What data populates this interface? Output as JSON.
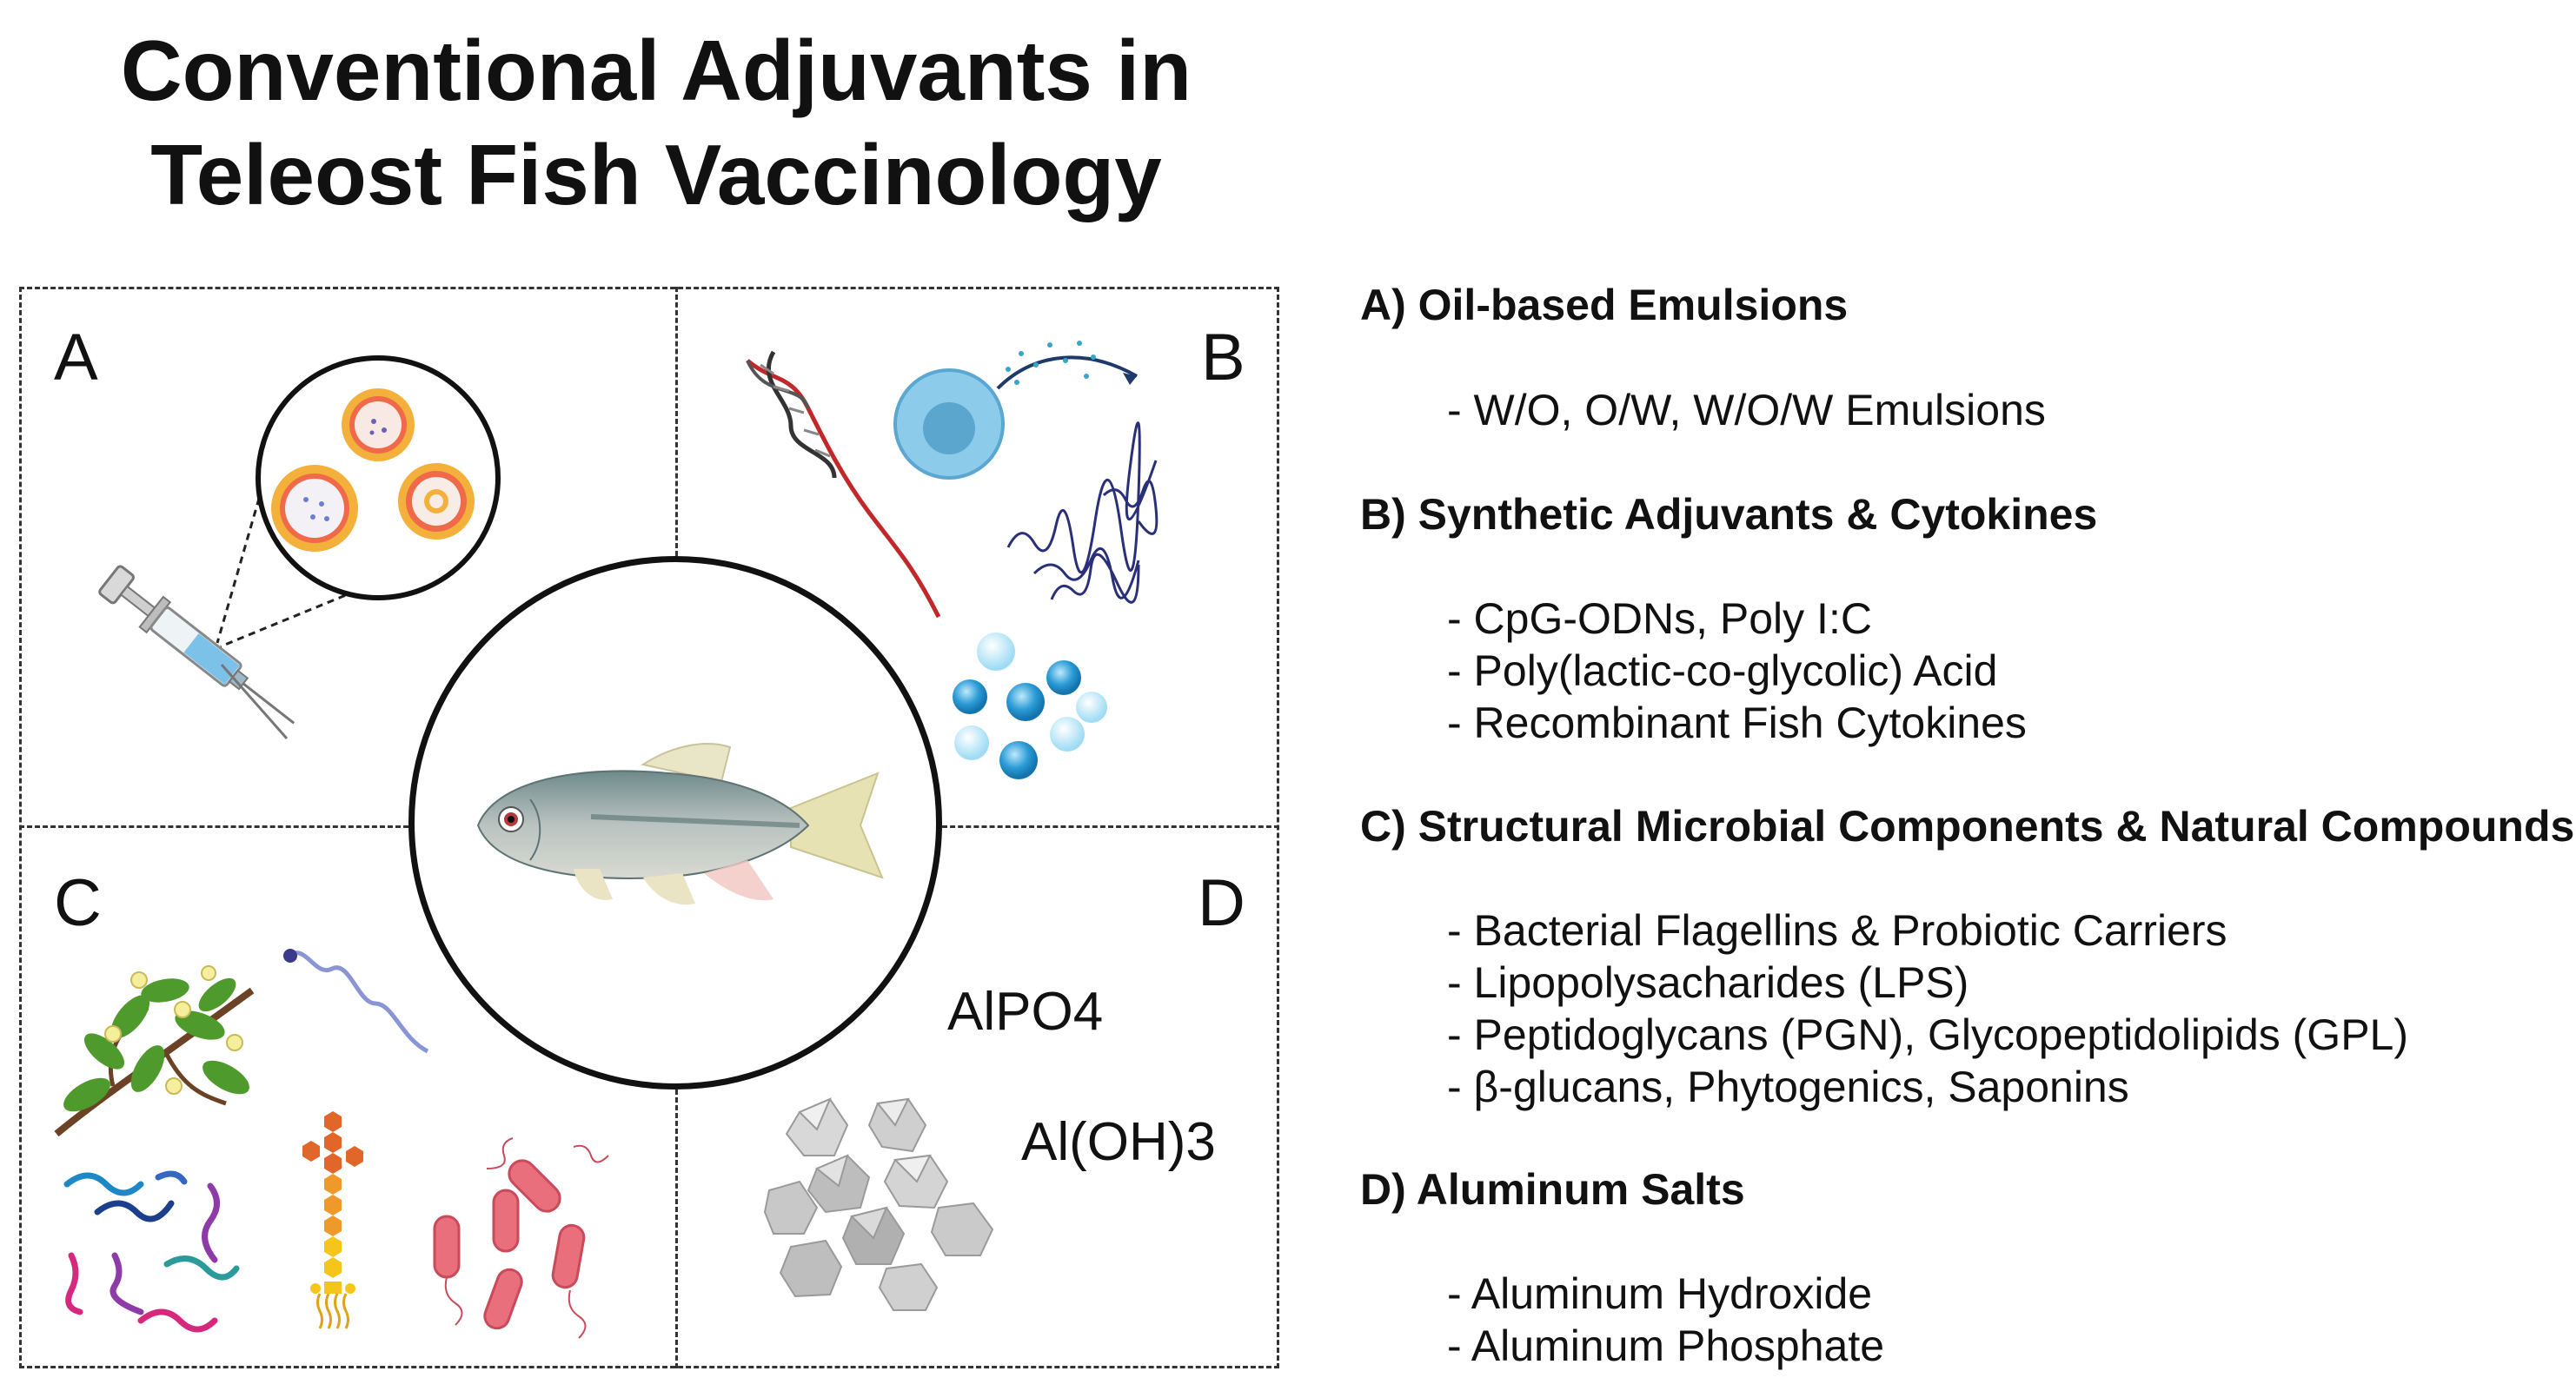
{
  "title": {
    "line1": "Conventional Adjuvants in",
    "line2": "Teleost Fish Vaccinology"
  },
  "panels": {
    "a": "A",
    "b": "B",
    "c": "C",
    "d": "D"
  },
  "chemicals": {
    "alpo4": "AlPO4",
    "aloh3": "Al(OH)3"
  },
  "legend": [
    {
      "heading": "A) Oil-based Emulsions",
      "items": [
        "- W/O, O/W, W/O/W Emulsions"
      ]
    },
    {
      "heading": "B) Synthetic Adjuvants & Cytokines",
      "items": [
        "- CpG-ODNs, Poly I:C",
        "- Poly(lactic-co-glycolic) Acid",
        "- Recombinant Fish Cytokines"
      ]
    },
    {
      "heading": "C) Structural Microbial Components & Natural Compounds",
      "items": [
        "- Bacterial Flagellins & Probiotic Carriers",
        "- Lipopolysacharides (LPS)",
        "- Peptidoglycans (PGN), Glycopeptidolipids (GPL)",
        "- β-glucans, Phytogenics, Saponins"
      ]
    },
    {
      "heading": "D) Aluminum Salts",
      "items": [
        "- Aluminum Hydroxide",
        "- Aluminum Phosphate"
      ]
    }
  ]
}
